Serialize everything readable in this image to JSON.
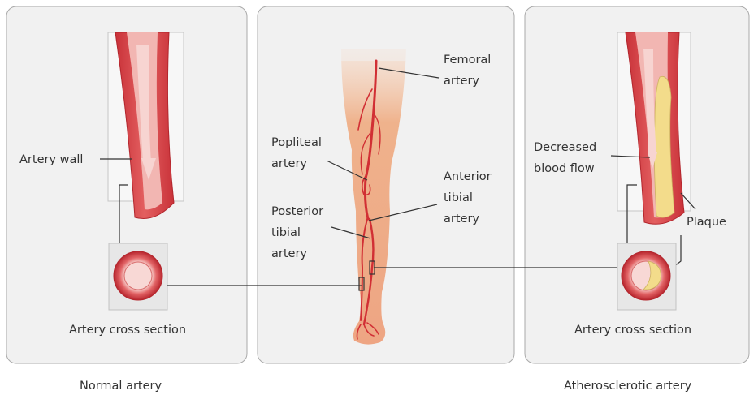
{
  "panels": {
    "normal": {
      "artery_wall_label": "Artery wall",
      "cross_section_label": "Artery cross section",
      "caption": "Normal artery"
    },
    "leg": {
      "femoral": [
        "Femoral",
        "artery"
      ],
      "popliteal": [
        "Popliteal",
        "artery"
      ],
      "anterior_tibial": [
        "Anterior",
        "tibial",
        "artery"
      ],
      "posterior_tibial": [
        "Posterior",
        "tibial",
        "artery"
      ]
    },
    "atherosclerotic": {
      "decreased_flow": [
        "Decreased",
        "blood flow"
      ],
      "plaque_label": "Plaque",
      "cross_section_label": "Artery cross section",
      "caption": "Atherosclerotic artery"
    }
  },
  "colors": {
    "panel_bg": "#f1f1f1",
    "panel_border": "#a9a9a9",
    "artery_red": "#d8474d",
    "artery_pink": "#ee9a97",
    "plaque_yellow": "#f3dc8b",
    "skin": "#efb28c"
  }
}
